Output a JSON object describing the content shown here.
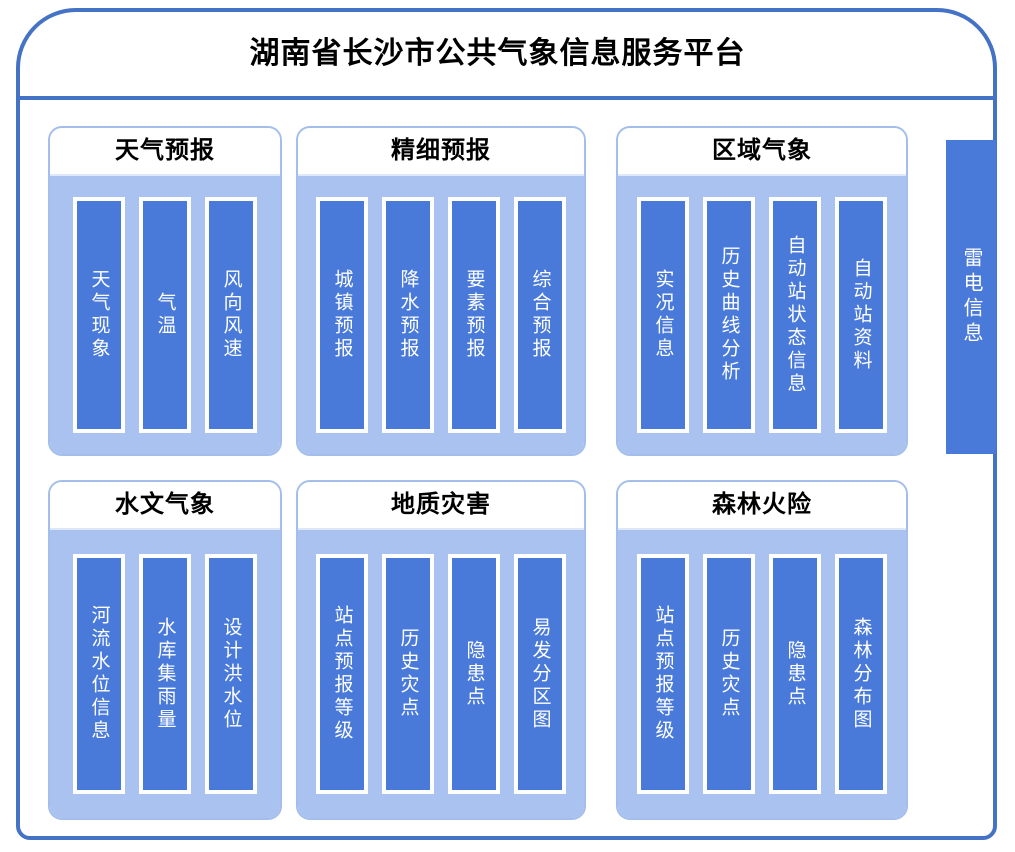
{
  "header": {
    "title": "湖南省长沙市公共气象信息服务平台"
  },
  "colors": {
    "frame_border": "#4472C4",
    "panel_border": "#A3BEEA",
    "panel_body": "#A9C2F0",
    "item_bar": "#4A7AD9",
    "item_text": "#ffffff",
    "title_text": "#000000"
  },
  "side_module": {
    "label": "雷电信息"
  },
  "panels": [
    {
      "title": "天气预报",
      "items": [
        {
          "label": "天气现象"
        },
        {
          "label": "气温"
        },
        {
          "label": "风向风速"
        }
      ]
    },
    {
      "title": "精细预报",
      "items": [
        {
          "label": "城镇预报"
        },
        {
          "label": "降水预报"
        },
        {
          "label": "要素预报"
        },
        {
          "label": "综合预报"
        }
      ]
    },
    {
      "title": "区域气象",
      "items": [
        {
          "label": "实况信息"
        },
        {
          "label": "历史曲线分析"
        },
        {
          "label": "自动站状态信息"
        },
        {
          "label": "自动站资料"
        }
      ]
    },
    {
      "title": "水文气象",
      "items": [
        {
          "label": "河流水位信息"
        },
        {
          "label": "水库集雨量"
        },
        {
          "label": "设计洪水位"
        }
      ]
    },
    {
      "title": "地质灾害",
      "items": [
        {
          "label": "站点预报等级"
        },
        {
          "label": "历史灾点"
        },
        {
          "label": "隐患点"
        },
        {
          "label": "易发分区图"
        }
      ]
    },
    {
      "title": "森林火险",
      "items": [
        {
          "label": "站点预报等级"
        },
        {
          "label": "历史灾点"
        },
        {
          "label": "隐患点"
        },
        {
          "label": "森林分布图"
        }
      ]
    }
  ]
}
